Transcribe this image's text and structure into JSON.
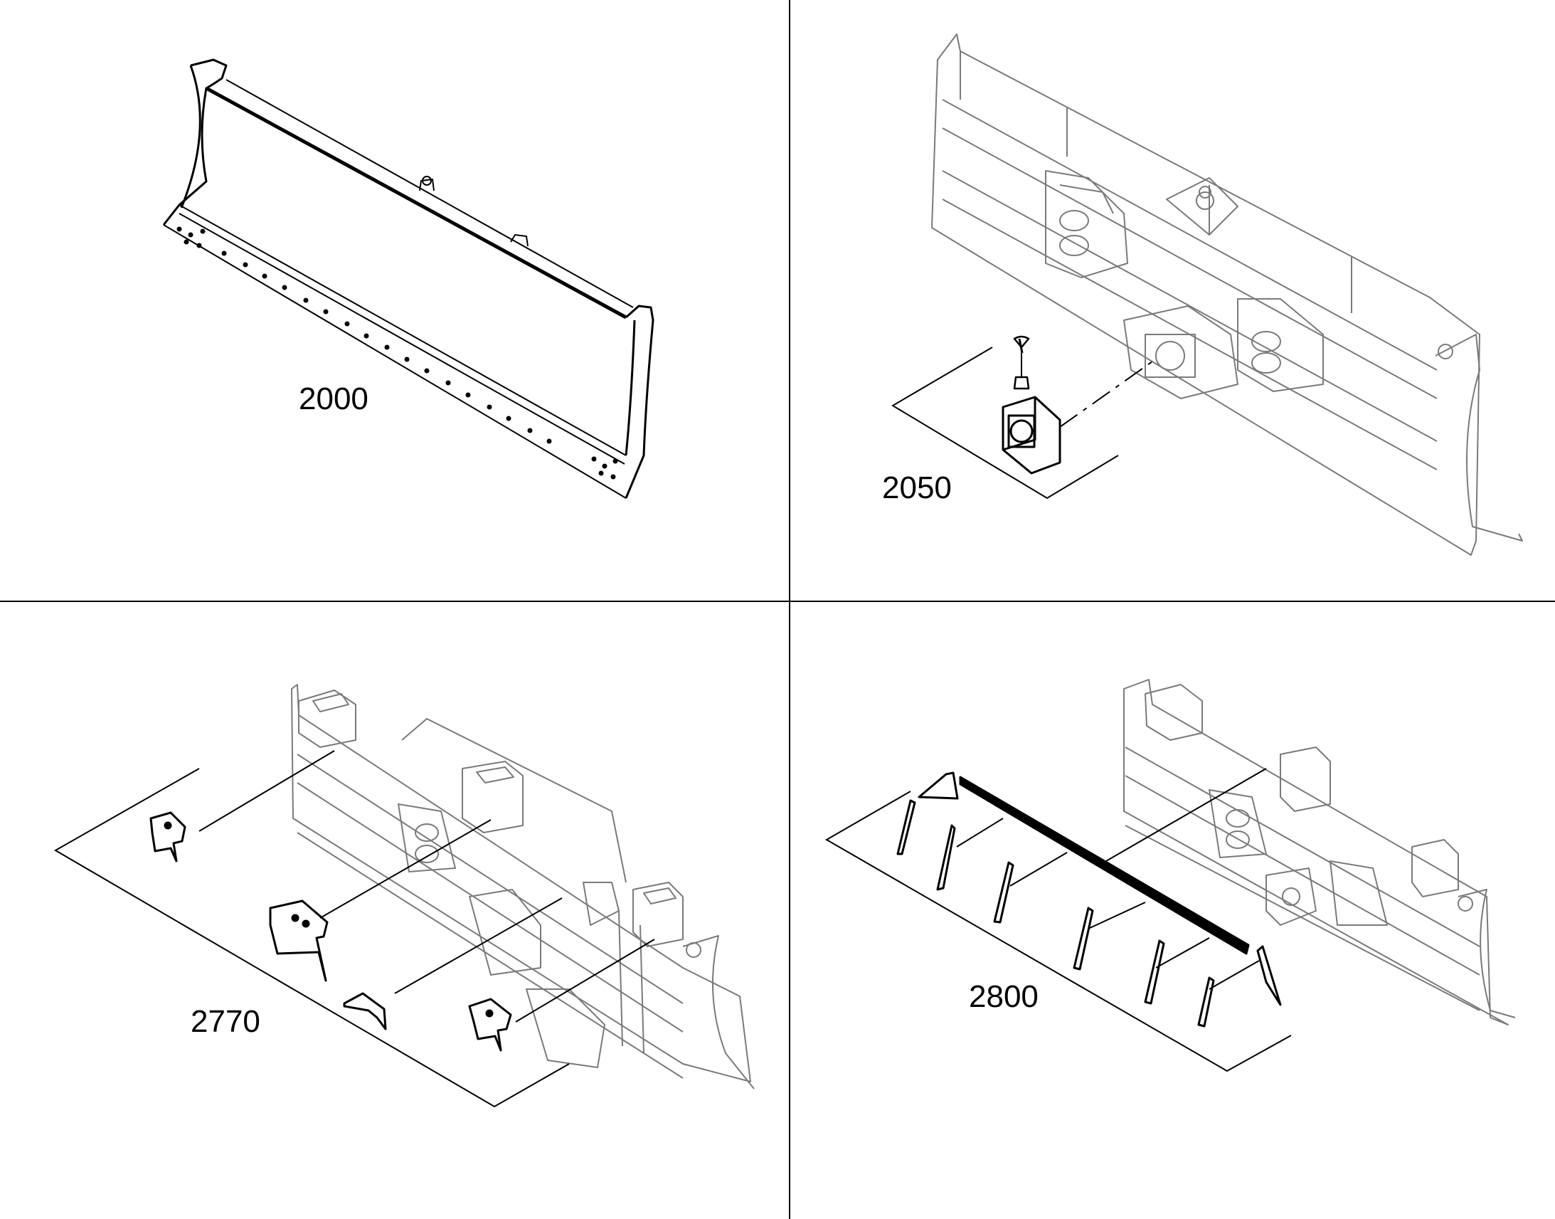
{
  "panels": [
    {
      "id": "blade",
      "label": "2000"
    },
    {
      "id": "mount-block",
      "label": "2050"
    },
    {
      "id": "brackets",
      "label": "2770"
    },
    {
      "id": "wear-strips",
      "label": "2800"
    }
  ],
  "colors": {
    "background": "#ffffff",
    "ink": "#000000",
    "ghost_line": "#7a7a7a",
    "divider": "#000000"
  }
}
